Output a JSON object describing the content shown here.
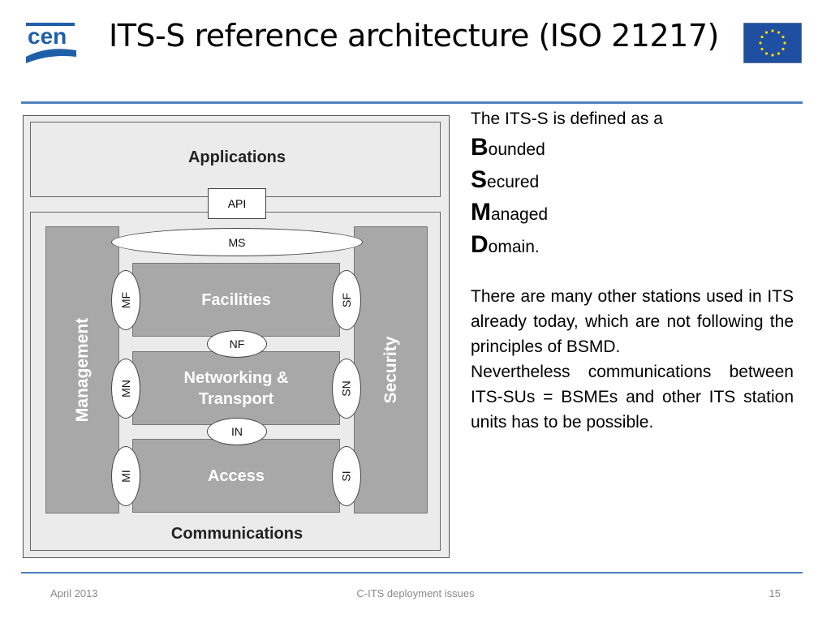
{
  "header": {
    "title": "ITS-S reference architecture (ISO 21217)",
    "logo_text": "cen",
    "logo_color": "#1f5fa8",
    "flag_color": "#1f4fa0",
    "flag_star_color": "#ffdd00"
  },
  "diagram": {
    "applications": "Applications",
    "api": "API",
    "ms": "MS",
    "management": "Management",
    "security": "Security",
    "facilities": "Facilities",
    "networking_line1": "Networking &",
    "networking_line2": "Transport",
    "access": "Access",
    "mf": "MF",
    "sf": "SF",
    "nf": "NF",
    "mn": "MN",
    "sn": "SN",
    "in": "IN",
    "mi": "MI",
    "si": "SI",
    "communications": "Communications"
  },
  "text": {
    "intro": "The ITS-S is defined as a",
    "bsmd": [
      {
        "cap": "B",
        "rest": "ounded"
      },
      {
        "cap": "S",
        "rest": "ecured"
      },
      {
        "cap": "M",
        "rest": "anaged"
      },
      {
        "cap": "D",
        "rest": "omain."
      }
    ],
    "paragraph1": "There are many other stations used in ITS already today, which are not following the principles of BSMD.",
    "paragraph2": "Nevertheless communications between ITS-SUs = BSMEs and other ITS station units has to be possible."
  },
  "footer": {
    "date": "April 2013",
    "center": "C-ITS deployment issues",
    "page": "15"
  },
  "colors": {
    "rule": "#4f81bd",
    "layer_fill": "#a8a8a8",
    "footer_text": "#8a8a8a"
  }
}
